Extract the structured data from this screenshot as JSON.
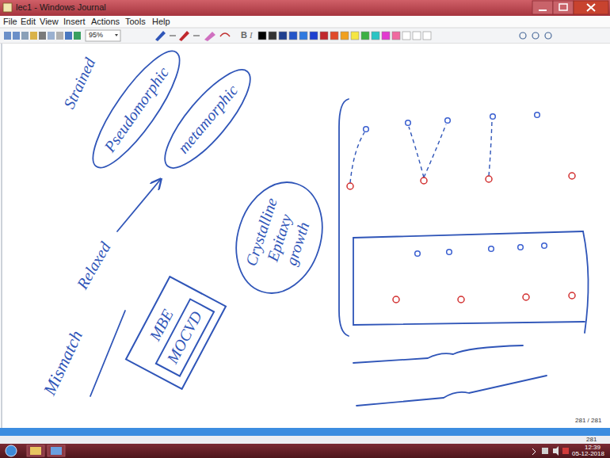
{
  "diagram": {
    "nodes": [
      {
        "text": [
          "Pseudomorphic"
        ]
      },
      {
        "text": [
          "metamorphic"
        ]
      },
      {
        "text": [
          "MBE"
        ]
      },
      {
        "text": [
          "MOCVD"
        ],
        "in": 2
      },
      {
        "text": [
          "Crystalline",
          "Epitaxy",
          "growth"
        ]
      }
    ],
    "labels": [
      "lec1 - Windows Journal",
      "File",
      "Edit",
      "View",
      "Insert",
      "Actions",
      "Tools",
      "Help",
      "95%",
      "B",
      "I",
      "Strained",
      "Relaxed",
      "Mismatch",
      "281 / 281",
      "281",
      "12:39",
      "05-12-2018"
    ]
  }
}
